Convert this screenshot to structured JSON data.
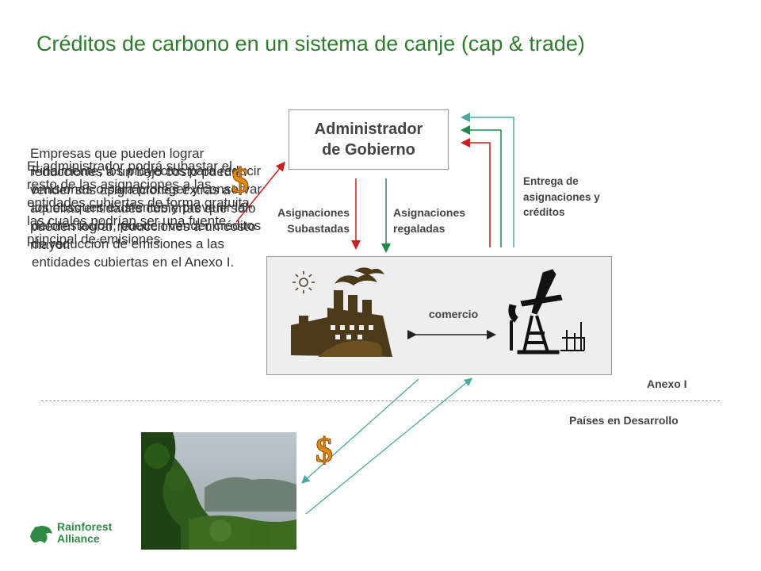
{
  "title": "Créditos de carbono en un sistema de canje (cap & trade)",
  "government_box": {
    "line1": "Administrador",
    "line2": "de Gobierno"
  },
  "labels": {
    "auctioned": {
      "line1": "Asignaciones",
      "line2": "Subastadas"
    },
    "gifted": {
      "line1": "Asignaciones",
      "line2": "regaladas"
    },
    "delivery": {
      "line1": "Entrega de",
      "line2": "asignaciones y",
      "line3": "créditos"
    },
    "trade": "comercio",
    "annex": "Anexo I",
    "developing": "Países en Desarrollo"
  },
  "overlapping_text": {
    "block_a": "Empresas que pueden lograr reducciones a un bajo costo pueden vender sus asignaciones extras a aquellas entidades cubiertas que sólo pueden lograr reducciones a un costo mayor.",
    "block_b": "El administrador podrá subastar el resto de las asignaciones a las entidades cubiertas de forma gratuita, las cuales podrían ser una fuente principal de emisiones",
    "block_c": "Finalmente, los proyectos para reducir emisiones o para proteger y conservar los bosques existentes y prevenir la deforestación, pueden vender créditos de reducción de emisiones a las entidades cubiertas en el Anexo I."
  },
  "logo": {
    "line1": "Rainforest",
    "line2": "Alliance"
  },
  "colors": {
    "title": "#2e7d2e",
    "red_arrow": "#cc1f1f",
    "green_arrow": "#1f8a4a",
    "teal_arrow": "#4aa8a0",
    "dollar": "#e08a10"
  },
  "icons": [
    "factory-icon",
    "oil-pump-icon",
    "dollar-icon",
    "frog-logo-icon",
    "forest-photo"
  ]
}
